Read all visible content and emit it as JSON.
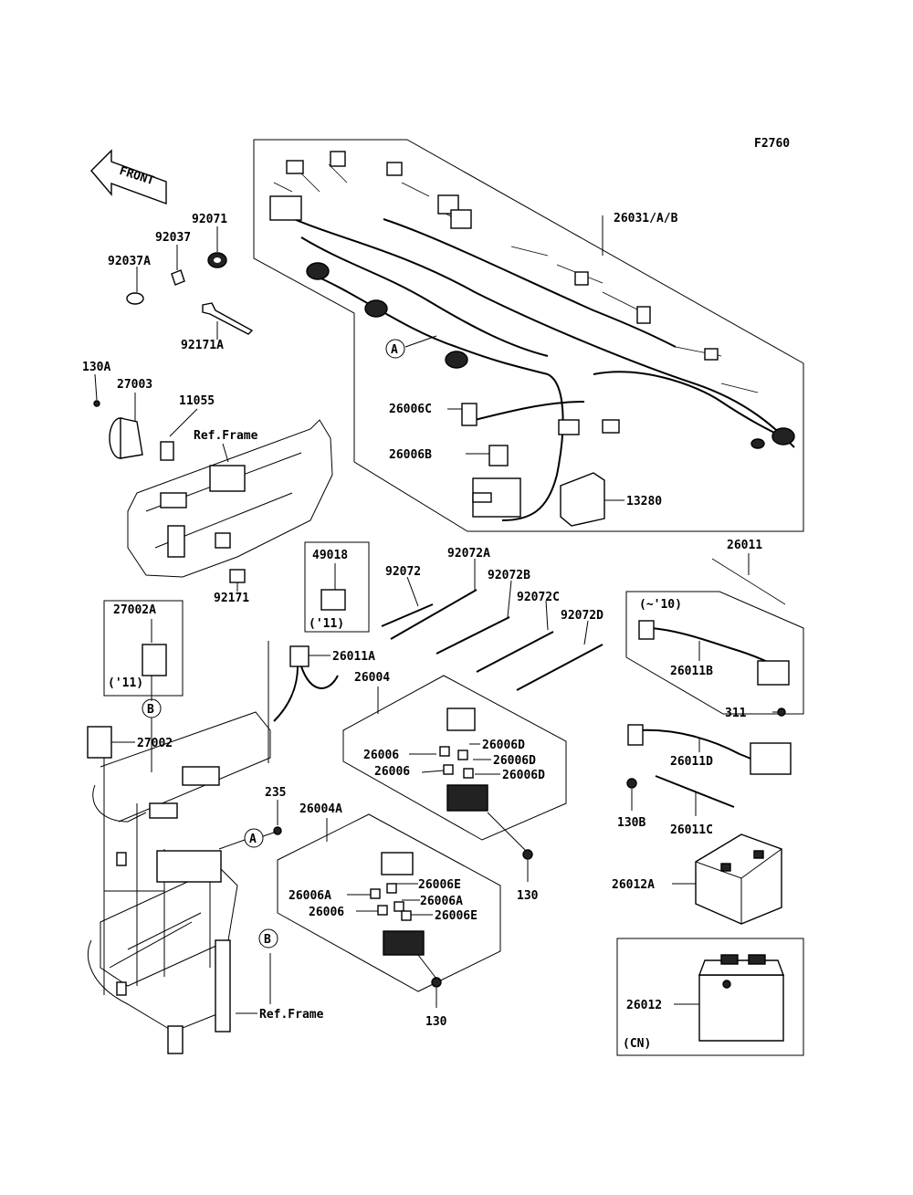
{
  "figure_code": "F2760",
  "front_arrow": "FRONT",
  "labels": {
    "p26031": "26031/A/B",
    "p92071": "92071",
    "p92037": "92037",
    "p92037A": "92037A",
    "p92171A": "92171A",
    "p130A": "130A",
    "p27003": "27003",
    "p11055": "11055",
    "refframe1": "Ref.Frame",
    "refframe2": "Ref.Frame",
    "p26006C": "26006C",
    "p26006B": "26006B",
    "p13280": "13280",
    "calloutA1": "A",
    "calloutA2": "A",
    "calloutB1": "B",
    "calloutB2": "B",
    "p92171": "92171",
    "p49018": "49018",
    "yr11a": "('11)",
    "p92072": "92072",
    "p92072A": "92072A",
    "p92072B": "92072B",
    "p92072C": "92072C",
    "p92072D": "92072D",
    "p26011": "26011",
    "yr10": "(~'10)",
    "p26011B": "26011B",
    "p27002A": "27002A",
    "yr11b": "('11)",
    "p26011A": "26011A",
    "p26004": "26004",
    "p26006D1": "26006D",
    "p26006D2": "26006D",
    "p26006D3": "26006D",
    "p26006a": "26006",
    "p26006b": "26006",
    "p27002": "27002",
    "p311": "311",
    "p26011D": "26011D",
    "p235": "235",
    "p26004A": "26004A",
    "p130B": "130B",
    "p26011C": "26011C",
    "p130a": "130",
    "p26006A1": "26006A",
    "p26006E1": "26006E",
    "p26006A2": "26006A",
    "p26006c": "26006",
    "p26006E2": "26006E",
    "p26012A": "26012A",
    "p130b": "130",
    "p26012": "26012",
    "cn": "(CN)"
  }
}
